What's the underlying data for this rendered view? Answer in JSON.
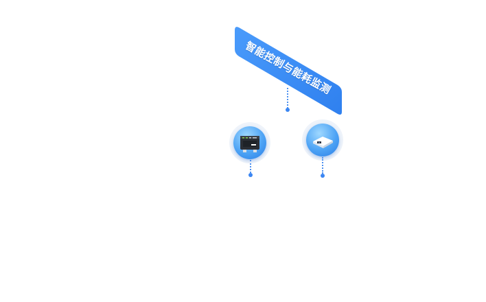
{
  "banner": {
    "label": "智能控制与能耗监测",
    "color": "#3a8ef6"
  },
  "devices": [
    {
      "name": "smart-controller-device",
      "icon": "controller-module-icon"
    },
    {
      "name": "energy-meter-device",
      "icon": "white-meter-box-icon"
    }
  ],
  "colors": {
    "connector": "#4a8ff0",
    "dot": "#3b86f2",
    "halo": "#e0e9f6"
  }
}
